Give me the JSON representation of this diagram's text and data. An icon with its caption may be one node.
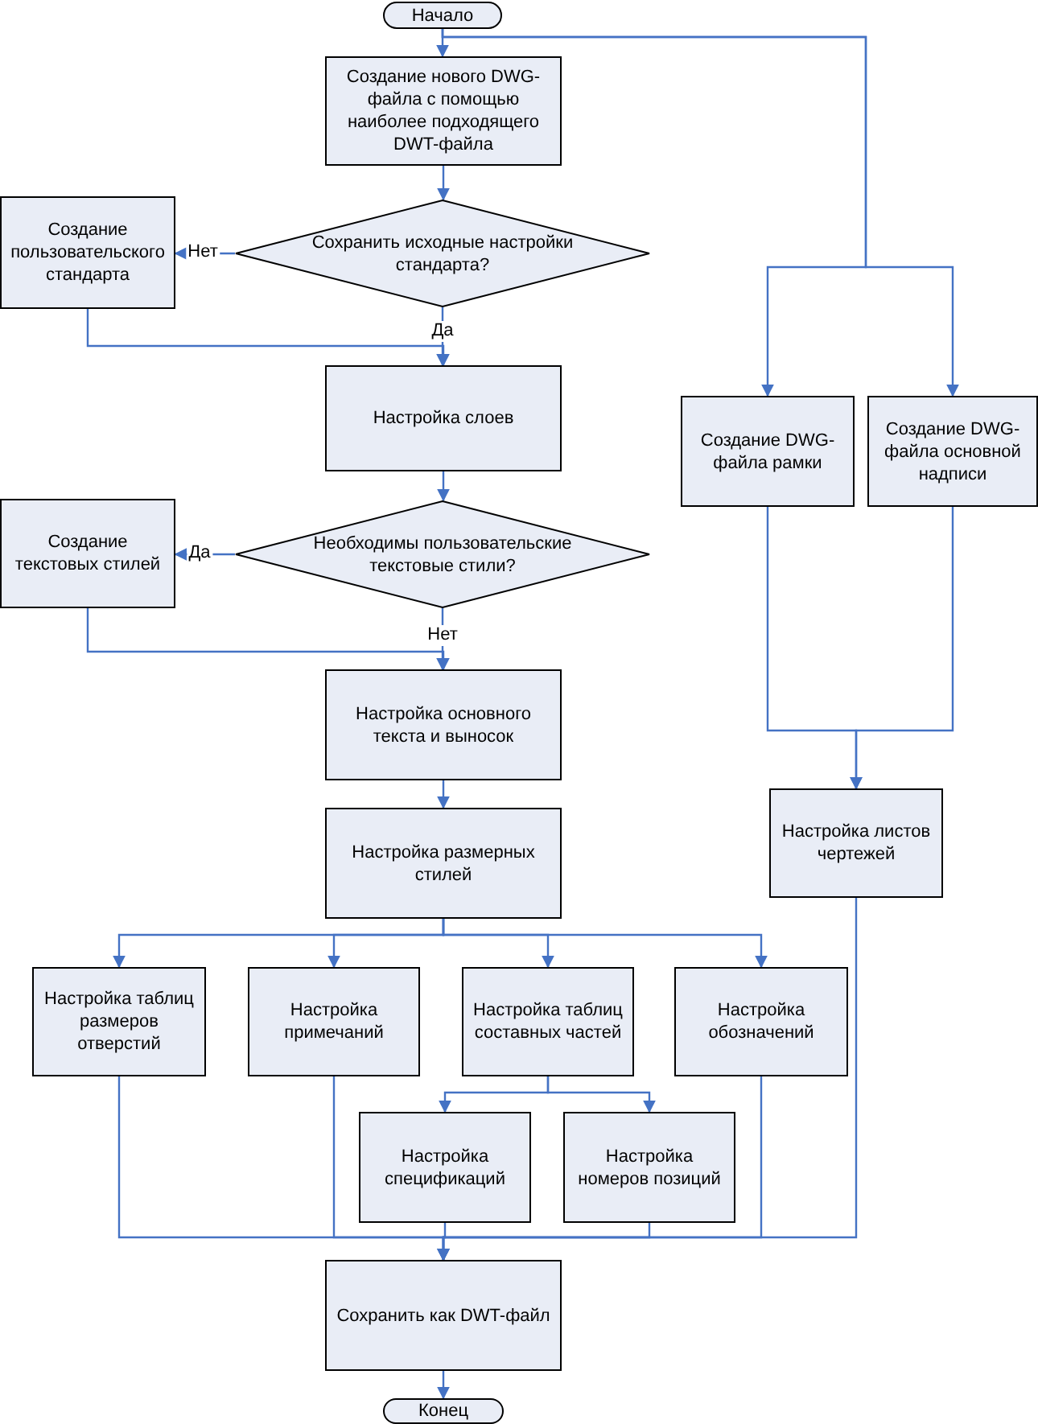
{
  "diagram": {
    "nodes": [
      {
        "text": [
          "Начало"
        ]
      },
      {
        "text": [
          "Создание нового DWG-файла с помощью наиболее подходящего DWT-файла"
        ]
      },
      {
        "text": [
          "Сохранить исходные настройки стандарта?"
        ]
      },
      {
        "text": [
          "Создание пользовательского стандарта"
        ]
      },
      {
        "text": [
          "Настройка слоев"
        ]
      },
      {
        "text": [
          "Необходимы пользовательские текстовые стили?"
        ]
      },
      {
        "text": [
          "Создание текстовых стилей"
        ]
      },
      {
        "text": [
          "Настройка основного текста и выносок"
        ]
      },
      {
        "text": [
          "Настройка размерных стилей"
        ]
      },
      {
        "text": [
          "Настройка таблиц размеров отверстий"
        ]
      },
      {
        "text": [
          "Настройка примечаний"
        ]
      },
      {
        "text": [
          "Настройка таблиц составных частей"
        ]
      },
      {
        "text": [
          "Настройка обозначений"
        ]
      },
      {
        "text": [
          "Настройка спецификаций"
        ]
      },
      {
        "text": [
          "Настройка номеров позиций"
        ]
      },
      {
        "text": [
          "Сохранить как DWT-файл"
        ]
      },
      {
        "text": [
          "Конец"
        ]
      },
      {
        "text": [
          "Создание DWG-файла рамки"
        ]
      },
      {
        "text": [
          "Создание DWG-файла основной надписи"
        ]
      },
      {
        "text": [
          "Настройка листов чертежей"
        ]
      }
    ],
    "edges": [
      {
        "from": 0,
        "to": 1,
        "arrow": "to"
      },
      {
        "from": 0,
        "to": 17,
        "arrow": "to"
      },
      {
        "from": 0,
        "to": 18,
        "arrow": "to"
      },
      {
        "from": 1,
        "to": 2,
        "arrow": "to"
      },
      {
        "from": 2,
        "to": 3,
        "arrow": "to",
        "label": "Нет"
      },
      {
        "from": 2,
        "to": 4,
        "arrow": "to",
        "label": "Да"
      },
      {
        "from": 3,
        "to": 4,
        "arrow": "to"
      },
      {
        "from": 4,
        "to": 5,
        "arrow": "to"
      },
      {
        "from": 5,
        "to": 6,
        "arrow": "to",
        "label": "Да"
      },
      {
        "from": 5,
        "to": 7,
        "arrow": "to",
        "label": "Нет"
      },
      {
        "from": 6,
        "to": 7,
        "arrow": "to"
      },
      {
        "from": 7,
        "to": 8,
        "arrow": "to"
      },
      {
        "from": 8,
        "to": 9,
        "arrow": "to"
      },
      {
        "from": 8,
        "to": 10,
        "arrow": "to"
      },
      {
        "from": 8,
        "to": 11,
        "arrow": "to"
      },
      {
        "from": 8,
        "to": 12,
        "arrow": "to"
      },
      {
        "from": 11,
        "to": 13,
        "arrow": "to"
      },
      {
        "from": 11,
        "to": 14,
        "arrow": "to"
      },
      {
        "from": 17,
        "to": 19,
        "arrow": "to"
      },
      {
        "from": 18,
        "to": 19,
        "arrow": "to"
      },
      {
        "from": 9,
        "to": 15,
        "arrow": "to"
      },
      {
        "from": 10,
        "to": 15,
        "arrow": "to"
      },
      {
        "from": 13,
        "to": 15,
        "arrow": "to"
      },
      {
        "from": 14,
        "to": 15,
        "arrow": "to"
      },
      {
        "from": 12,
        "to": 15,
        "arrow": "to"
      },
      {
        "from": 19,
        "to": 15,
        "arrow": "to"
      },
      {
        "from": 15,
        "to": 16,
        "arrow": "to"
      }
    ]
  }
}
